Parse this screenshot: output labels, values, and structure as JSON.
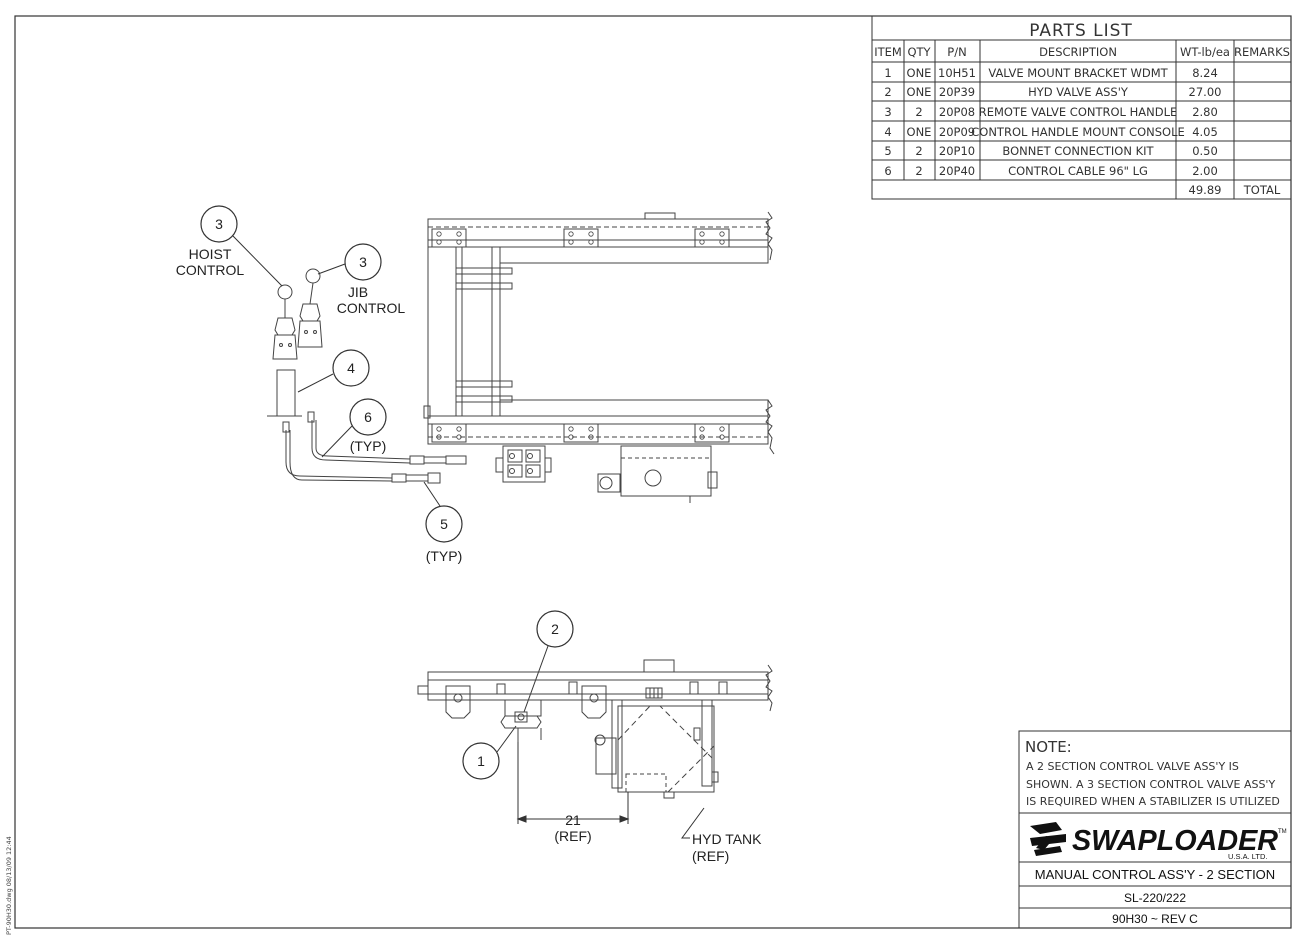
{
  "parts_list": {
    "title": "PARTS LIST",
    "headers": [
      "ITEM",
      "QTY",
      "P/N",
      "DESCRIPTION",
      "WT-lb/ea",
      "REMARKS"
    ],
    "rows": [
      [
        "1",
        "ONE",
        "10H51",
        "VALVE MOUNT BRACKET WDMT",
        "8.24",
        ""
      ],
      [
        "2",
        "ONE",
        "20P39",
        "HYD VALVE ASS'Y",
        "27.00",
        ""
      ],
      [
        "3",
        "2",
        "20P08",
        "REMOTE VALVE CONTROL HANDLE",
        "2.80",
        ""
      ],
      [
        "4",
        "ONE",
        "20P09",
        "CONTROL HANDLE MOUNT CONSOLE",
        "4.05",
        ""
      ],
      [
        "5",
        "2",
        "20P10",
        "BONNET CONNECTION KIT",
        "0.50",
        ""
      ],
      [
        "6",
        "2",
        "20P40",
        "CONTROL CABLE 96\" LG",
        "2.00",
        ""
      ]
    ],
    "total_weight": "49.89",
    "total_label": "TOTAL"
  },
  "callouts": {
    "hoist_number": "3",
    "hoist_label_1": "HOIST",
    "hoist_label_2": "CONTROL",
    "jib_number": "3",
    "jib_label_1": "JIB",
    "jib_label_2": "CONTROL",
    "console_number": "4",
    "cable_number": "6",
    "cable_typ": "(TYP)",
    "bonnet_number": "5",
    "bonnet_typ": "(TYP)",
    "valve_number": "2",
    "bracket_number": "1"
  },
  "dimension": {
    "value": "21",
    "ref": "(REF)"
  },
  "tank_label": {
    "line1": "HYD TANK",
    "line2": "(REF)"
  },
  "note": {
    "heading": "NOTE:",
    "line1": "A 2 SECTION CONTROL VALVE ASS'Y IS",
    "line2": "SHOWN.  A 3 SECTION CONTROL VALVE ASS'Y",
    "line3": "IS REQUIRED WHEN A STABILIZER IS UTILIZED"
  },
  "title_block": {
    "brand": "SWAPLOADER",
    "tm": "TM",
    "brand_sub": "U.S.A.   LTD.",
    "drawing_title": "MANUAL CONTROL ASS'Y - 2 SECTION",
    "model": "SL-220/222",
    "drawing_number": "90H30 ~ REV C"
  },
  "side_stamp": "PT-90H30.dwg   08/13/09 12:44",
  "colors": {
    "line": "#333333",
    "paper": "#ffffff"
  }
}
